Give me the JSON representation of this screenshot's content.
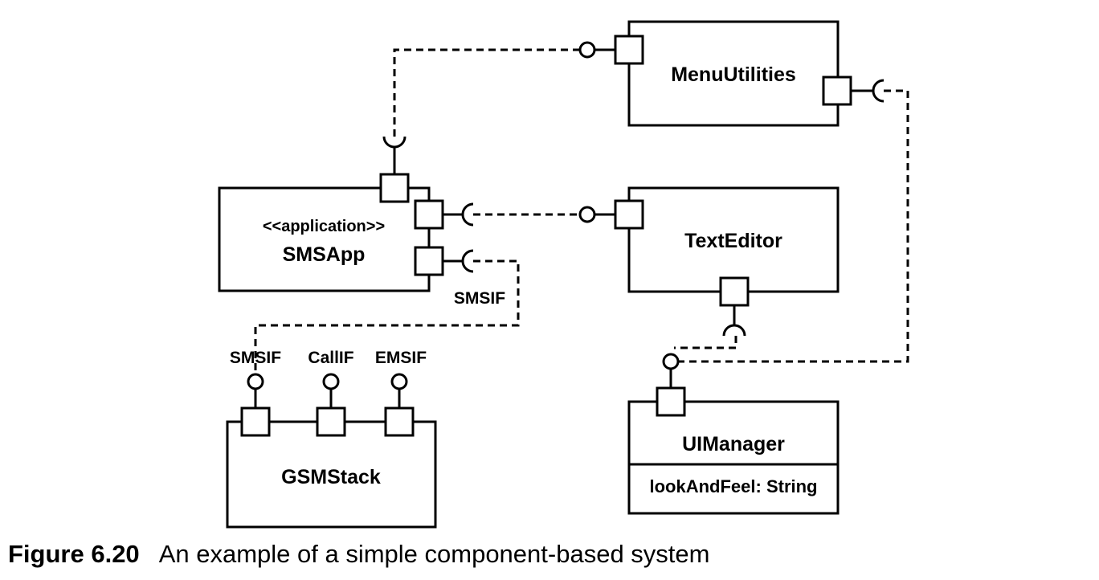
{
  "components": {
    "menu_utilities": {
      "name": "MenuUtilities"
    },
    "sms_app": {
      "stereotype": "<<application>>",
      "name": "SMSApp"
    },
    "text_editor": {
      "name": "TextEditor"
    },
    "gsm_stack": {
      "name": "GSMStack"
    },
    "ui_manager": {
      "name": "UIManager",
      "attribute": "lookAndFeel: String"
    }
  },
  "interfaces": {
    "smsapp_required_label": "SMSIF",
    "gsm_smsif": "SMSIF",
    "gsm_callif": "CallIF",
    "gsm_emsif": "EMSIF"
  },
  "caption": {
    "number": "Figure 6.20",
    "text": "An example of a simple component-based system"
  }
}
